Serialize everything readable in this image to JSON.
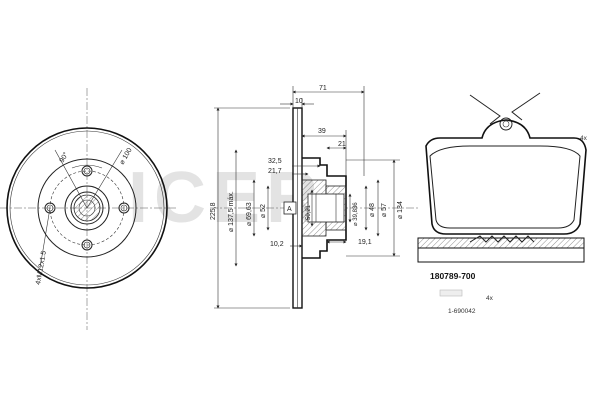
{
  "watermark": "ICER",
  "disc_front": {
    "angle_label": "90°",
    "pcd_label": "⌀ 100",
    "thread_label": "4xM12x1.5"
  },
  "disc_section": {
    "dims": {
      "d71": "71",
      "d10": "10",
      "d39": "39",
      "d21": "21",
      "d32_5": "32,5",
      "d21_7": "21,7",
      "d10_2": "10,2",
      "d19_1": "19,1",
      "dia225_8": "225,8",
      "dia137_5": "⌀ 137,5 máx.",
      "dia69_63": "⌀ 69,63",
      "dia52": "⌀ 52",
      "dia50_21": "50,21",
      "dia39_836": "⌀ 39,836",
      "dia48": "⌀ 48",
      "dia57": "⌀ 57",
      "dia134": "⌀ 134",
      "marker_a": "A"
    }
  },
  "pad": {
    "qty_label": "4x",
    "part_number": "180789-700"
  },
  "accessory": {
    "qty_label": "4x",
    "part_number": "1-690042"
  }
}
